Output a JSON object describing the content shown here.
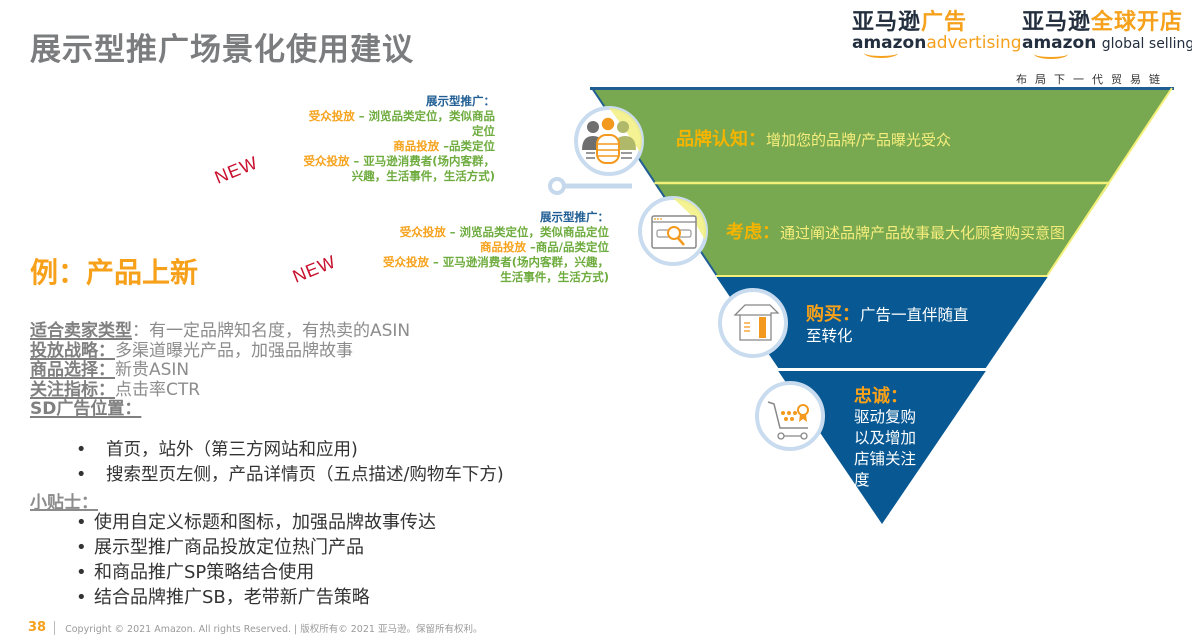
{
  "header": {
    "title": "展示型推广场景化使用建议"
  },
  "logos": {
    "advertising": {
      "cn_brand": "亚马逊",
      "cn_product": "广告",
      "en_brand": "amazon",
      "en_product": "advertising"
    },
    "global_selling": {
      "cn_brand": "亚马逊",
      "cn_product": "全球开店",
      "en_brand": "amazon",
      "en_product": "global selling"
    },
    "slogan": "布局下一代贸易链"
  },
  "callouts": [
    {
      "heading": "展示型推广：",
      "lines": [
        {
          "key": "受众投放",
          "text": " – 浏览品类定位，类似商品"
        },
        {
          "key": "",
          "text": "定位"
        },
        {
          "key": "商品投放",
          "text": " –品类定位"
        },
        {
          "key": "受众投放",
          "text": " – 亚马逊消费者(场内客群，"
        },
        {
          "key": "",
          "text": "兴趣，生活事件，生活方式)"
        }
      ],
      "badge": "NEW"
    },
    {
      "heading": "展示型推广：",
      "lines": [
        {
          "key": "受众投放",
          "text": " – 浏览品类定位，类似商品定位"
        },
        {
          "key": "商品投放",
          "text": " –商品/品类定位"
        },
        {
          "key": "受众投放",
          "text": " – 亚马逊消费者(场内客群，兴趣，"
        },
        {
          "key": "",
          "text": "生活事件，生活方式)"
        }
      ],
      "badge": "NEW"
    }
  ],
  "example": {
    "label": "例：产品上新"
  },
  "details": [
    {
      "key": "适合卖家类型",
      "sep": "：",
      "value": "有一定品牌知名度，有热卖的ASIN"
    },
    {
      "key": "投放战略：",
      "sep": "",
      "value": "多渠道曝光产品，加强品牌故事"
    },
    {
      "key": "商品选择：",
      "sep": "",
      "value": "新贵ASIN"
    },
    {
      "key": "关注指标：",
      "sep": "",
      "value": "点击率CTR"
    },
    {
      "key": "SD广告位置：",
      "sep": "",
      "value": ""
    }
  ],
  "placements": [
    "首页，站外（第三方网站和应用)",
    "搜索型页左侧，产品详情页（五点描述/购物车下方)"
  ],
  "tips": {
    "label": "小贴士：",
    "items": [
      "使用自定义标题和图标，加强品牌故事传达",
      "展示型推广商品投放定位热门产品",
      "和商品推广SP策略结合使用",
      "结合品牌推广SB，老带新广告策略"
    ]
  },
  "funnel": {
    "colors": {
      "green": "#78a84f",
      "blue": "#075893",
      "outline": "#1f5d93",
      "yellow_line": "#f3f07a"
    },
    "stages": [
      {
        "label": "品牌认知：",
        "text": "增加您的品牌/产品曝光受众",
        "icon": "audience-icon"
      },
      {
        "label": "考虑：",
        "text": "通过阐述品牌产品故事最大化顾客购买意图",
        "icon": "search-browser-icon"
      },
      {
        "label": "购买：",
        "text": "广告一直伴随直至转化",
        "icon": "box-icon"
      },
      {
        "label": "忠诚：",
        "text": "驱动复购以及增加店铺关注度",
        "icon": "cart-loyalty-icon"
      }
    ]
  },
  "footer": {
    "page_number": "38",
    "copyright": "Copyright © 2021 Amazon. All rights Reserved. | 版权所有© 2021 亚马逊。保留所有权利。"
  }
}
